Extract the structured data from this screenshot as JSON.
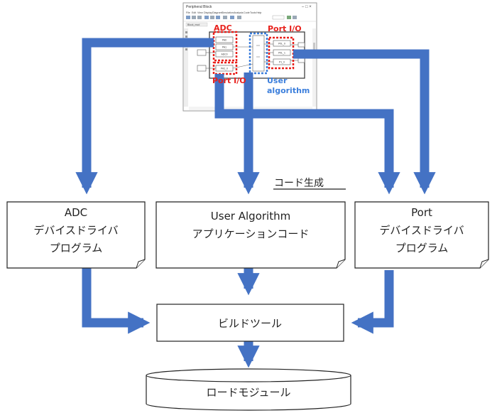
{
  "screenshot": {
    "title": "Peripheral Block",
    "menu": [
      "File",
      "Edit",
      "View",
      "Display",
      "Diagram",
      "Simulation",
      "Analysis",
      "Code",
      "Tools",
      "Help"
    ],
    "tab": "Block_mod",
    "blocks": [
      "PA0",
      "PA1",
      "ADC0",
      "PA2_0",
      "P0L_0",
      "P0L_1",
      "P1_0",
      "P2_0"
    ]
  },
  "labels": {
    "adc": "ADC",
    "port_io_top": "Port I/O",
    "port_io_bottom": "Port I/O",
    "user_line1": "User",
    "user_line2": "algorithm",
    "codegen": "コード生成"
  },
  "boxes": {
    "adc_driver": [
      "ADC",
      "デバイスドライバ",
      "プログラム"
    ],
    "user_app": [
      "User Algorithm",
      "アプリケーションコード"
    ],
    "port_driver": [
      "Port",
      "デバイスドライバ",
      "プログラム"
    ],
    "build_tool": "ビルドツール",
    "load_module": "ロードモジュール"
  },
  "colors": {
    "arrow": "#4472c4",
    "red_highlight": "#e8201b",
    "blue_highlight": "#3c7fdc"
  }
}
